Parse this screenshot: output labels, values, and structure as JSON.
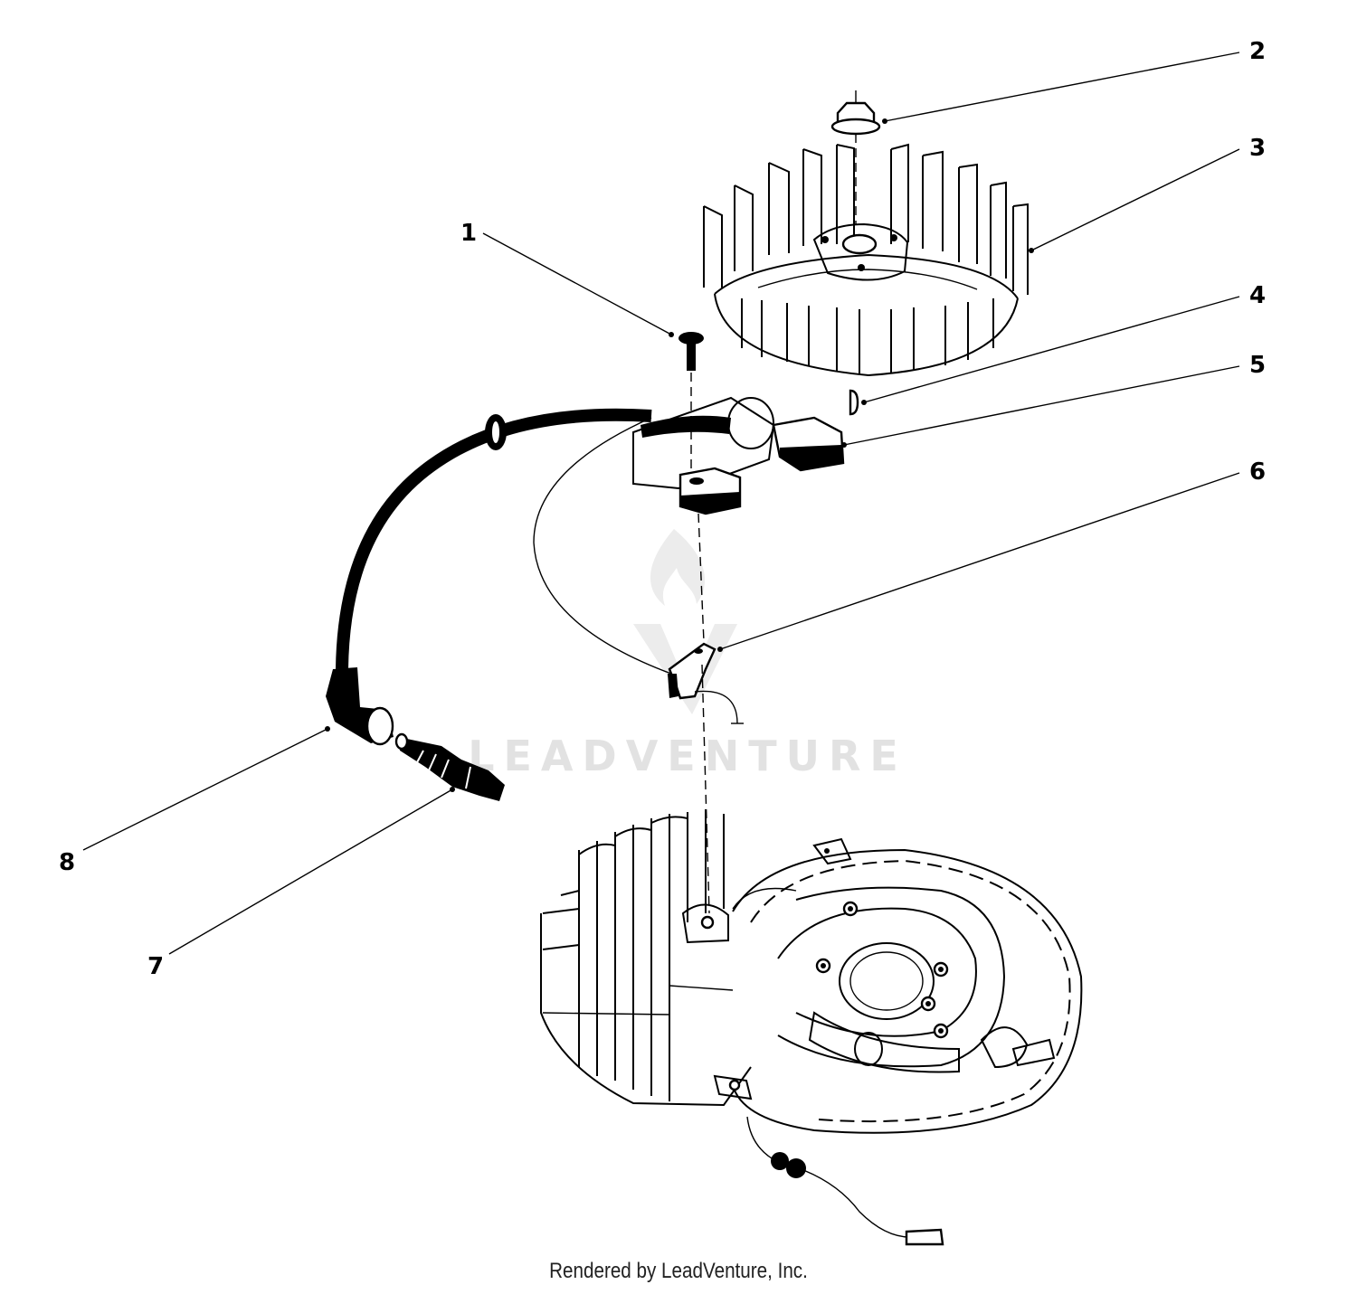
{
  "title": "",
  "callouts": [
    {
      "label": "1"
    },
    {
      "label": "2"
    },
    {
      "label": "3"
    },
    {
      "label": "4"
    },
    {
      "label": "5"
    },
    {
      "label": "6"
    },
    {
      "label": "7"
    },
    {
      "label": "8"
    }
  ],
  "watermark": {
    "text": "LEADVENTURE"
  },
  "credit": "Rendered by LeadVenture, Inc.",
  "colors": {
    "ink": "#000000",
    "background": "#ffffff",
    "watermark": "#e2e2e2"
  }
}
